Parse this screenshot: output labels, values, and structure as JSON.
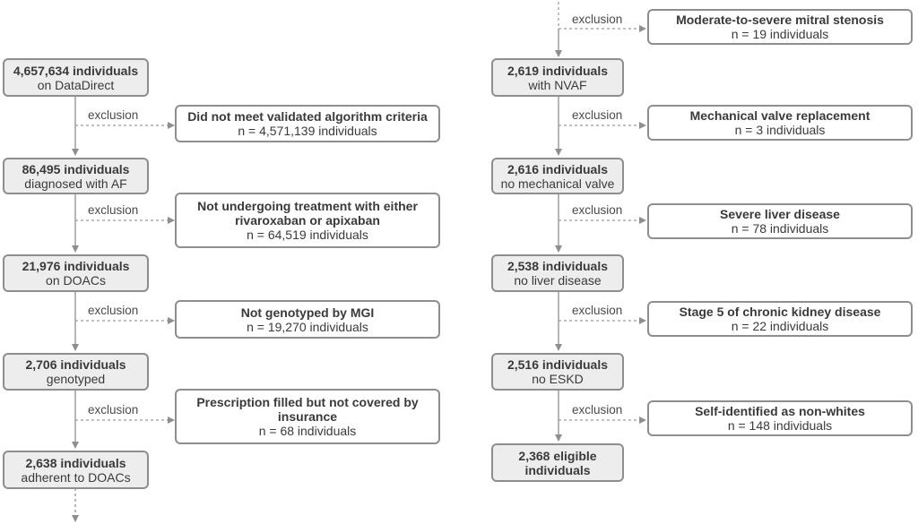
{
  "exclusion_label": "exclusion",
  "colors": {
    "stage_fill": "#ededed",
    "border": "#8e8e8e",
    "arrow": "#8e8e8e",
    "text": "#3a3a3a"
  },
  "left": {
    "stages": [
      {
        "count": "4,657,634 individuals",
        "desc": "on DataDirect"
      },
      {
        "count": "86,495 individuals",
        "desc": "diagnosed with AF"
      },
      {
        "count": "21,976 individuals",
        "desc": "on DOACs"
      },
      {
        "count": "2,706 individuals",
        "desc": "genotyped"
      },
      {
        "count": "2,638 individuals",
        "desc": "adherent to DOACs"
      }
    ],
    "exclusions": [
      {
        "reason": [
          "Did not meet validated algorithm criteria"
        ],
        "n": "n = 4,571,139 individuals"
      },
      {
        "reason": [
          "Not undergoing treatment with either",
          "rivaroxaban or apixaban"
        ],
        "n": "n = 64,519 individuals"
      },
      {
        "reason": [
          "Not genotyped by MGI"
        ],
        "n": "n = 19,270 individuals"
      },
      {
        "reason": [
          "Prescription filled but not covered by",
          "insurance"
        ],
        "n": "n = 68 individuals"
      }
    ]
  },
  "right": {
    "top_exclusion": {
      "reason": [
        "Moderate-to-severe mitral stenosis"
      ],
      "n": "n = 19 individuals"
    },
    "stages": [
      {
        "count": "2,619 individuals",
        "desc": "with NVAF"
      },
      {
        "count": "2,616 individuals",
        "desc": "no mechanical valve"
      },
      {
        "count": "2,538 individuals",
        "desc": "no liver disease"
      },
      {
        "count": "2,516 individuals",
        "desc": "no ESKD"
      },
      {
        "count": "2,368 eligible",
        "desc": "individuals"
      }
    ],
    "exclusions": [
      {
        "reason": [
          "Mechanical valve replacement"
        ],
        "n": "n = 3 individuals"
      },
      {
        "reason": [
          "Severe liver disease"
        ],
        "n": "n = 78 individuals"
      },
      {
        "reason": [
          "Stage 5 of chronic kidney disease"
        ],
        "n": "n = 22 individuals"
      },
      {
        "reason": [
          "Self-identified as non-whites"
        ],
        "n": "n = 148 individuals"
      }
    ]
  }
}
